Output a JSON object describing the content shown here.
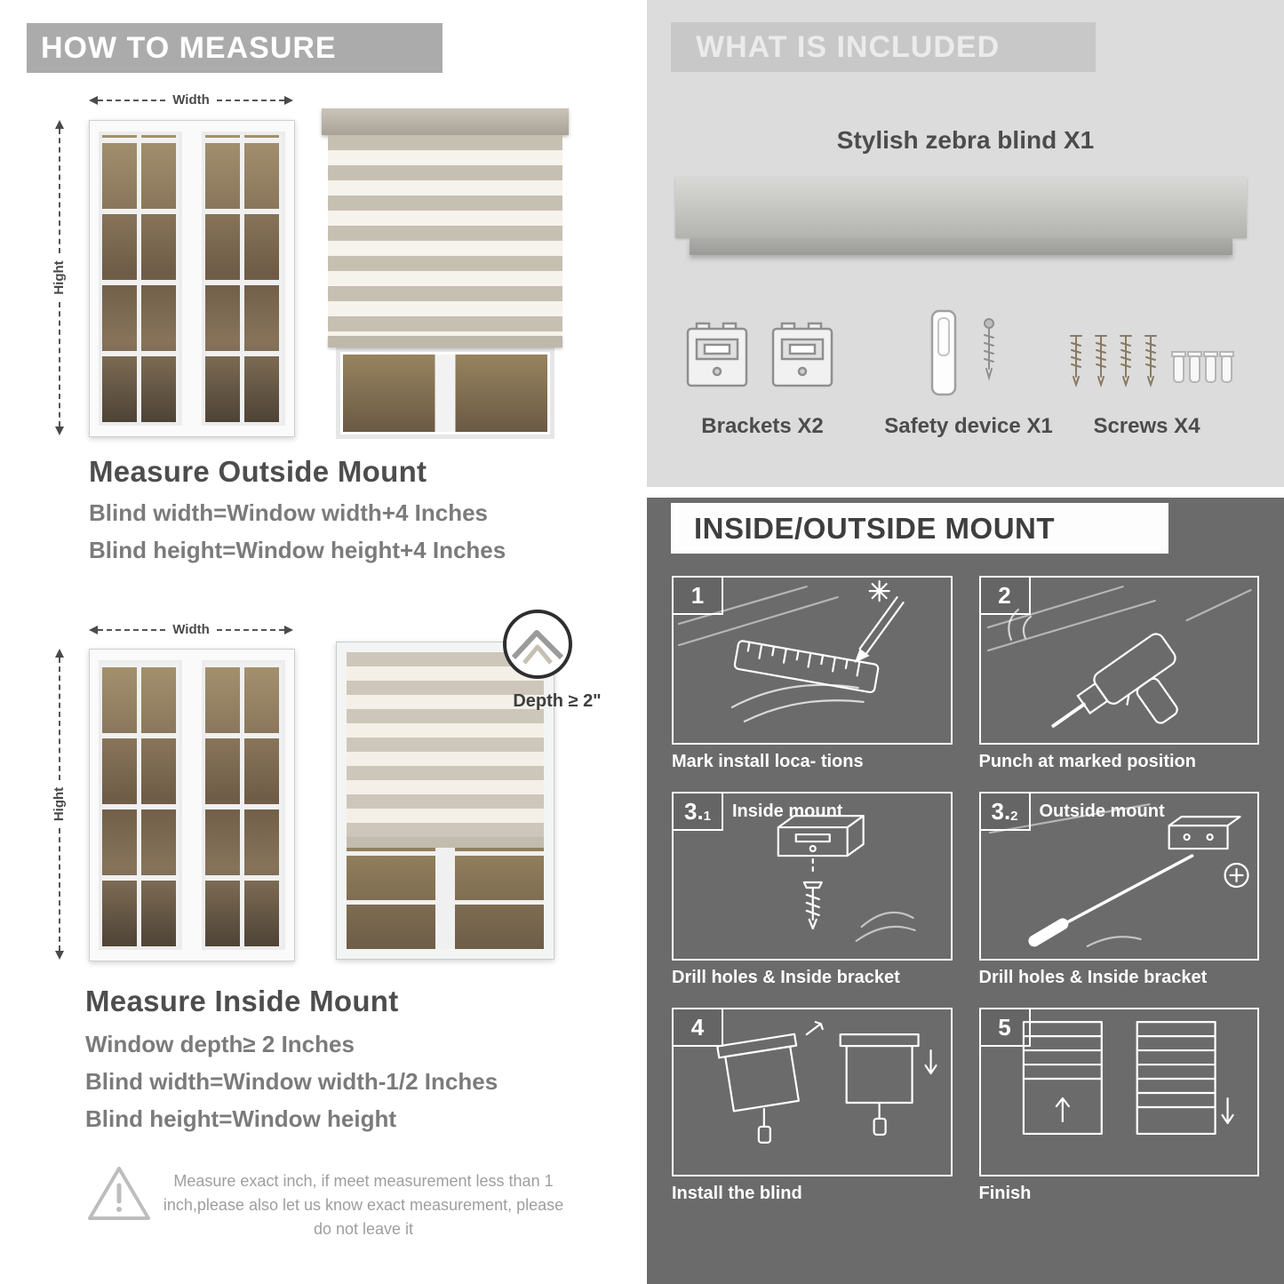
{
  "palette": {
    "left_banner": "#ababab",
    "included_bg": "#dcdcdc",
    "included_banner": "#c8c8c8",
    "dark_bg": "#6b6b6b",
    "stripe_gray": "#c6c0b3",
    "stripe_light": "#f6f3ec",
    "title_text": "#4d4d4d",
    "body_text": "#7b7b7b"
  },
  "left": {
    "header": "HOW TO MEASURE",
    "outside": {
      "width_label": "Width",
      "height_label": "Hight",
      "title": "Measure Outside Mount",
      "line1": "Blind width=Window width+4 Inches",
      "line2": "Blind height=Window height+4 Inches"
    },
    "inside": {
      "width_label": "Width",
      "height_label": "Hight",
      "depth_callout": "Depth ≥ 2\"",
      "title": "Measure Inside Mount",
      "line1": "Window depth≥ 2 Inches",
      "line2": "Blind width=Window width-1/2 Inches",
      "line3": "Blind height=Window height"
    },
    "warning_text": "Measure exact inch, if meet measurement less than 1 inch,please also let us know exact measurement, please do not leave it"
  },
  "right_top": {
    "header": "WHAT IS INCLUDED",
    "blind_label": "Stylish zebra blind X1",
    "items": [
      {
        "label": "Brackets X2"
      },
      {
        "label": "Safety device X1"
      },
      {
        "label": "Screws X4"
      }
    ]
  },
  "right_bottom": {
    "header": "INSIDE/OUTSIDE MOUNT",
    "steps": [
      {
        "num": "1",
        "sub": "",
        "label": "",
        "caption": "Mark install loca- tions"
      },
      {
        "num": "2",
        "sub": "",
        "label": "",
        "caption": "Punch at  marked position"
      },
      {
        "num": "3.",
        "sub": "1",
        "label": "Inside mount",
        "caption": "Drill holes &  Inside bracket"
      },
      {
        "num": "3.",
        "sub": "2",
        "label": "Outside mount",
        "caption": "Drill holes &  Inside bracket"
      },
      {
        "num": "4",
        "sub": "",
        "label": "",
        "caption": "Install the blind"
      },
      {
        "num": "5",
        "sub": "",
        "label": "",
        "caption": "Finish"
      }
    ]
  }
}
